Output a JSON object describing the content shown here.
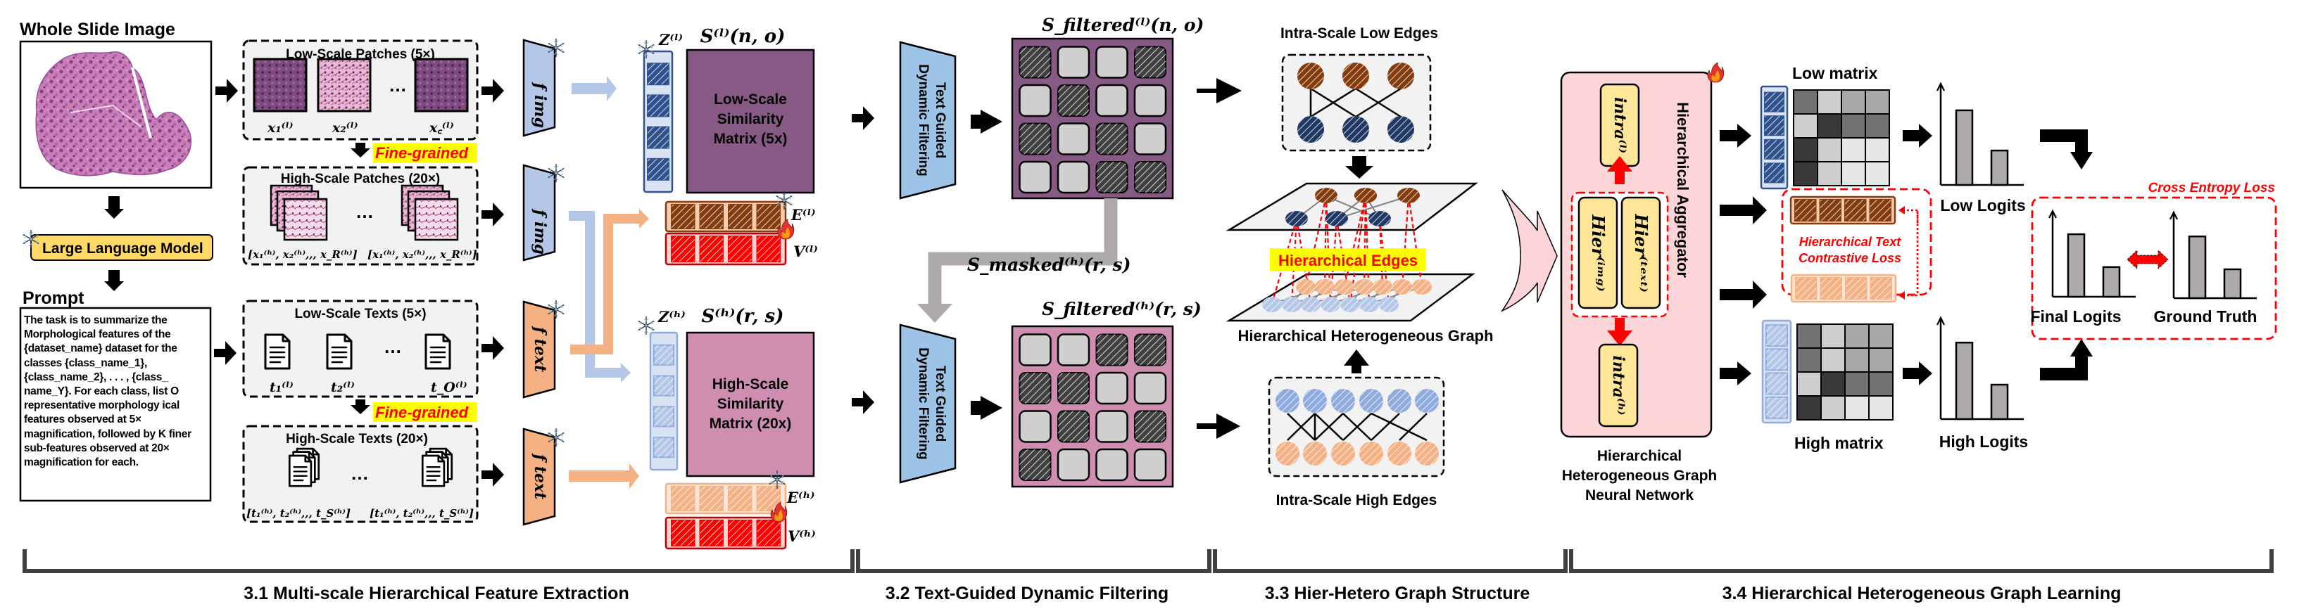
{
  "figure": {
    "wsi": {
      "title": "Whole Slide Image"
    },
    "llm": {
      "label": "Large Language Model",
      "status_icon": "snowflake-icon"
    },
    "prompt": {
      "title": "Prompt",
      "text": "The task is to summarize the Morphological features of the {dataset_name} dataset for the classes {class_name_1}, {class_name_2}, . . . , {class_ name_Y}. For each class, list O representative morphology ical  features observed at 5× magnification, followed by K finer sub-features observed at 20× magnification for each."
    },
    "low_patches": {
      "title": "Low-Scale Patches (5×)",
      "labels": [
        "x₁⁽ˡ⁾",
        "x₂⁽ˡ⁾",
        "x꜀⁽ˡ⁾"
      ],
      "ellipsis": "…"
    },
    "high_patches": {
      "title": "High-Scale Patches (20×)",
      "labels": [
        "[x₁⁽ʰ⁾, x₂⁽ʰ⁾,,, x_R⁽ʰ⁾]",
        "[x₁⁽ʰ⁾, x₂⁽ʰ⁾,,, x_R⁽ʰ⁾]"
      ],
      "ellipsis": "…"
    },
    "low_texts": {
      "title": "Low-Scale Texts (5×)",
      "labels": [
        "t₁⁽ˡ⁾",
        "t₂⁽ˡ⁾",
        "t_O⁽ˡ⁾"
      ],
      "ellipsis": "…"
    },
    "high_texts": {
      "title": "High-Scale Texts (20×)",
      "labels": [
        "[t₁⁽ʰ⁾, t₂⁽ʰ⁾,,, t_S⁽ʰ⁾]",
        "[t₁⁽ʰ⁾, t₂⁽ʰ⁾,,, t_S⁽ʰ⁾]"
      ],
      "ellipsis": "…"
    },
    "fine_grained": "Fine-grained",
    "encoders": {
      "img": "f img",
      "text": "f text"
    },
    "low_sim": {
      "label_lines": [
        "Low-Scale",
        "Similarity",
        "Matrix (5x)"
      ],
      "title": "S⁽ˡ⁾(n, o)",
      "z_label": "Z⁽ˡ⁾",
      "e_label": "E⁽ˡ⁾",
      "v_label": "V⁽ˡ⁾"
    },
    "high_sim": {
      "label_lines": [
        "High-Scale",
        "Similarity",
        "Matrix (20x)"
      ],
      "title": "S⁽ʰ⁾(r, s)",
      "z_label": "Z⁽ʰ⁾",
      "e_label": "E⁽ʰ⁾",
      "v_label": "V⁽ʰ⁾"
    },
    "filter": {
      "label_lines": [
        "Text Guided",
        "Dynamic Filtering"
      ]
    },
    "low_filtered": {
      "title": "S_filtered⁽ˡ⁾(n, o)",
      "mask": [
        [
          1,
          0,
          0,
          1
        ],
        [
          0,
          1,
          0,
          0
        ],
        [
          1,
          0,
          1,
          0
        ],
        [
          0,
          0,
          1,
          1
        ]
      ]
    },
    "high_filtered": {
      "title": "S_filtered⁽ʰ⁾(r, s)",
      "mask": [
        [
          0,
          0,
          1,
          1
        ],
        [
          1,
          1,
          0,
          0
        ],
        [
          0,
          1,
          0,
          1
        ],
        [
          1,
          0,
          0,
          0
        ]
      ]
    },
    "masked": {
      "label": "S_masked⁽ʰ⁾(r, s)"
    },
    "graph": {
      "low_edges_title": "Intra-Scale Low Edges",
      "high_edges_title": "Intra-Scale High Edges",
      "hier_edges_label": "Hierarchical Edges",
      "hetero_graph_title": "Hierarchical Heterogeneous Graph"
    },
    "hhgnn": {
      "aggregator_label": "Hierarchical Aggregator",
      "intra_low": "intra⁽ˡ⁾",
      "intra_high": "intra⁽ʰ⁾",
      "hier_img": "Hier⁽ⁱᵐᵍ⁾",
      "hier_text": "Hier⁽ᵗᵉˣᵗ⁾",
      "caption_lines": [
        "Hierarchical",
        "Heterogeneous Graph",
        "Neural Network"
      ],
      "status_icon": "fire-icon"
    },
    "outputs": {
      "low_matrix_title": "Low matrix",
      "high_matrix_title": "High matrix",
      "low_matrix": [
        [
          "#737171",
          "#cfcfcf",
          "#aaa7a7",
          "#aaa7a7"
        ],
        [
          "#cfcfcf",
          "#3a3838",
          "#737171",
          "#737171"
        ],
        [
          "#3a3838",
          "#cfcfcf",
          "#e6e6e6",
          "#e6e6e6"
        ],
        [
          "#3a3838",
          "#cfcfcf",
          "#e6e6e6",
          "#e6e6e6"
        ]
      ],
      "high_matrix": [
        [
          "#737171",
          "#cfcfcf",
          "#aaa7a7",
          "#aaa7a7"
        ],
        [
          "#737171",
          "#cfcfcf",
          "#aaa7a7",
          "#aaa7a7"
        ],
        [
          "#cfcfcf",
          "#3a3838",
          "#737171",
          "#737171"
        ],
        [
          "#3a3838",
          "#cfcfcf",
          "#e6e6e6",
          "#e6e6e6"
        ]
      ],
      "low_logits": {
        "label": "Low Logits",
        "values": [
          0.78,
          0.36
        ]
      },
      "high_logits": {
        "label": "High Logits",
        "values": [
          0.8,
          0.36
        ]
      },
      "contrastive_loss_lines": [
        "Hierarchical  Text",
        "Contrastive Loss"
      ],
      "cross_entropy_label": "Cross Entropy Loss",
      "final_logits": {
        "label": "Final Logits",
        "values": [
          0.78,
          0.37
        ]
      },
      "ground_truth": {
        "label": "Ground Truth",
        "values": [
          0.77,
          0.36
        ]
      }
    },
    "sections": [
      {
        "label": "3.1 Multi-scale Hierarchical Feature Extraction"
      },
      {
        "label": "3.2 Text-Guided Dynamic Filtering"
      },
      {
        "label": "3.3 Hier-Hetero Graph Structure"
      },
      {
        "label": "3.4 Hierarchical Heterogeneous Graph Learning"
      }
    ],
    "colors": {
      "low_sim": "#875a86",
      "high_sim": "#cf8eaf",
      "img_enc": "#b4c7e7",
      "text_enc": "#f4b183",
      "filter": "#9dc3e6",
      "llm": "#ffd966",
      "gnn_bg": "#fbd5d8",
      "navy": "#2f528f",
      "brown": "#843c0c",
      "red": "#ff0000",
      "highlight": "#ffff00"
    }
  }
}
